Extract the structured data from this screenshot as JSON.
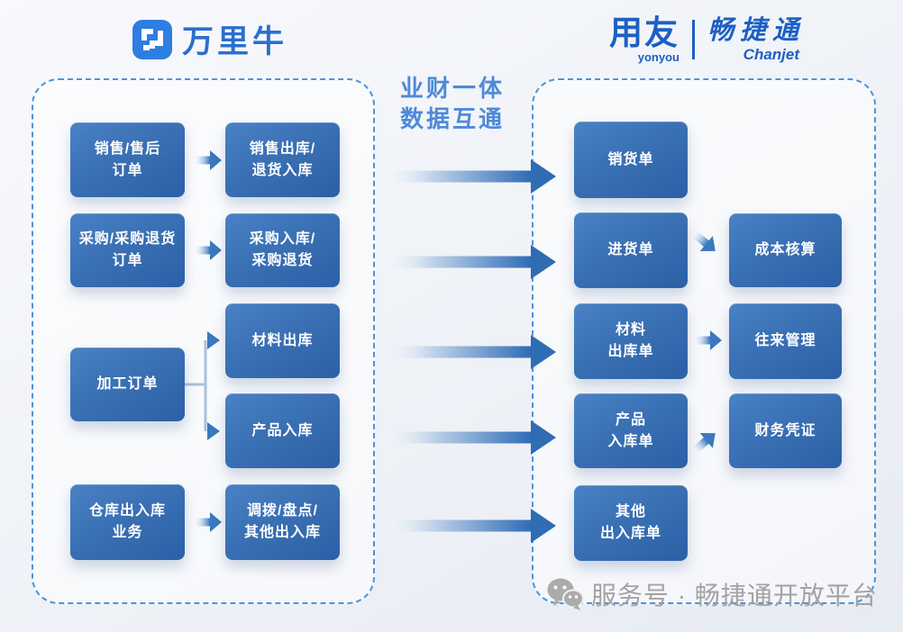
{
  "header": {
    "wanliniu_logo": {
      "name": "万里牛",
      "icon": "wanliniu-logo-icon"
    },
    "yonyou_logo": {
      "cn": "用友",
      "en": "yonyou"
    },
    "chanjet_logo": {
      "cn": "畅捷通",
      "en": "Chanjet"
    }
  },
  "heading": {
    "line1": "业财一体",
    "line2": "数据互通"
  },
  "left_panel": {
    "owner": "万里牛",
    "nodes": {
      "sales_order": {
        "label": "销售/售后\n订单"
      },
      "sales_outbound": {
        "label": "销售出库/\n退货入库"
      },
      "purchase_order": {
        "label": "采购/采购退货\n订单"
      },
      "purchase_inbound": {
        "label": "采购入库/\n采购退货"
      },
      "processing_order": {
        "label": "加工订单"
      },
      "material_outbound": {
        "label": "材料出库"
      },
      "product_inbound": {
        "label": "产品入库"
      },
      "warehouse_ops": {
        "label": "仓库出入库\n业务"
      },
      "transfer_check": {
        "label": "调拨/盘点/\n其他出入库"
      }
    }
  },
  "right_panel": {
    "owner": "畅捷通",
    "nodes": {
      "sales_invoice": {
        "label": "销货单"
      },
      "purchase_invoice": {
        "label": "进货单"
      },
      "material_outbound_doc": {
        "label": "材料\n出库单"
      },
      "product_inbound_doc": {
        "label": "产品\n入库单"
      },
      "other_doc": {
        "label": "其他\n出入库单"
      },
      "cost_accounting": {
        "label": "成本核算"
      },
      "current_management": {
        "label": "往来管理"
      },
      "financial_voucher": {
        "label": "财务凭证"
      }
    }
  },
  "edges": [
    {
      "from": "sales_order",
      "to": "sales_outbound"
    },
    {
      "from": "purchase_order",
      "to": "purchase_inbound"
    },
    {
      "from": "processing_order",
      "to": "material_outbound"
    },
    {
      "from": "processing_order",
      "to": "product_inbound"
    },
    {
      "from": "warehouse_ops",
      "to": "transfer_check"
    },
    {
      "from": "sales_outbound",
      "to": "sales_invoice"
    },
    {
      "from": "purchase_inbound",
      "to": "purchase_invoice"
    },
    {
      "from": "material_outbound",
      "to": "material_outbound_doc"
    },
    {
      "from": "product_inbound",
      "to": "product_inbound_doc"
    },
    {
      "from": "transfer_check",
      "to": "other_doc"
    },
    {
      "from": "purchase_invoice",
      "to": "cost_accounting"
    },
    {
      "from": "material_outbound_doc",
      "to": "current_management"
    },
    {
      "from": "product_inbound_doc",
      "to": "financial_voucher"
    }
  ],
  "watermark": {
    "icon": "wechat-icon",
    "text": "服务号 · 畅捷通开放平台"
  },
  "colors": {
    "node_blue_top": "#4a82c6",
    "node_blue_bottom": "#2c60a6",
    "dashed_border": "#4d94d8",
    "heading_blue": "#4e8ad8",
    "logo_blue": "#1d5fc4",
    "wanliniu_blue": "#2b6fce",
    "arrow_blue": "#2e6cb4",
    "watermark_gray": "#a3a3a3"
  }
}
